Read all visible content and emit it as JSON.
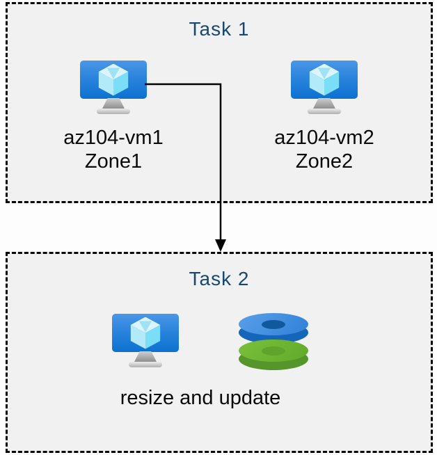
{
  "colors": {
    "canvas_bg": "#fdfdfd",
    "box_fill": "#f1f1f1",
    "box_border": "#000000",
    "title_text": "#17486f",
    "label_text": "#0a0a0a",
    "arrow": "#000000",
    "monitor_top": "#4a97e8",
    "monitor_bottom": "#0d71d1",
    "cube_top": "#dcf5fd",
    "cube_left": "#b2eafa",
    "cube_right": "#7adef7",
    "disk_blue_top": "#4090e5",
    "disk_blue_side": "#1566b8",
    "disk_blue_hole": "#10599c",
    "disk_green_top": "#6cb52f",
    "disk_green_side": "#55952a",
    "disk_green_hole": "#60a42c"
  },
  "task1": {
    "title": "Task 1",
    "vms": [
      {
        "name": "az104-vm1",
        "zone": "Zone1",
        "icon": "virtual-machine-icon"
      },
      {
        "name": "az104-vm2",
        "zone": "Zone2",
        "icon": "virtual-machine-icon"
      }
    ]
  },
  "task2": {
    "title": "Task 2",
    "caption": "resize and update",
    "icons": [
      "virtual-machine-icon",
      "disks-icon"
    ]
  },
  "arrow": {
    "from": "az104-vm1",
    "to": "Task 2"
  }
}
